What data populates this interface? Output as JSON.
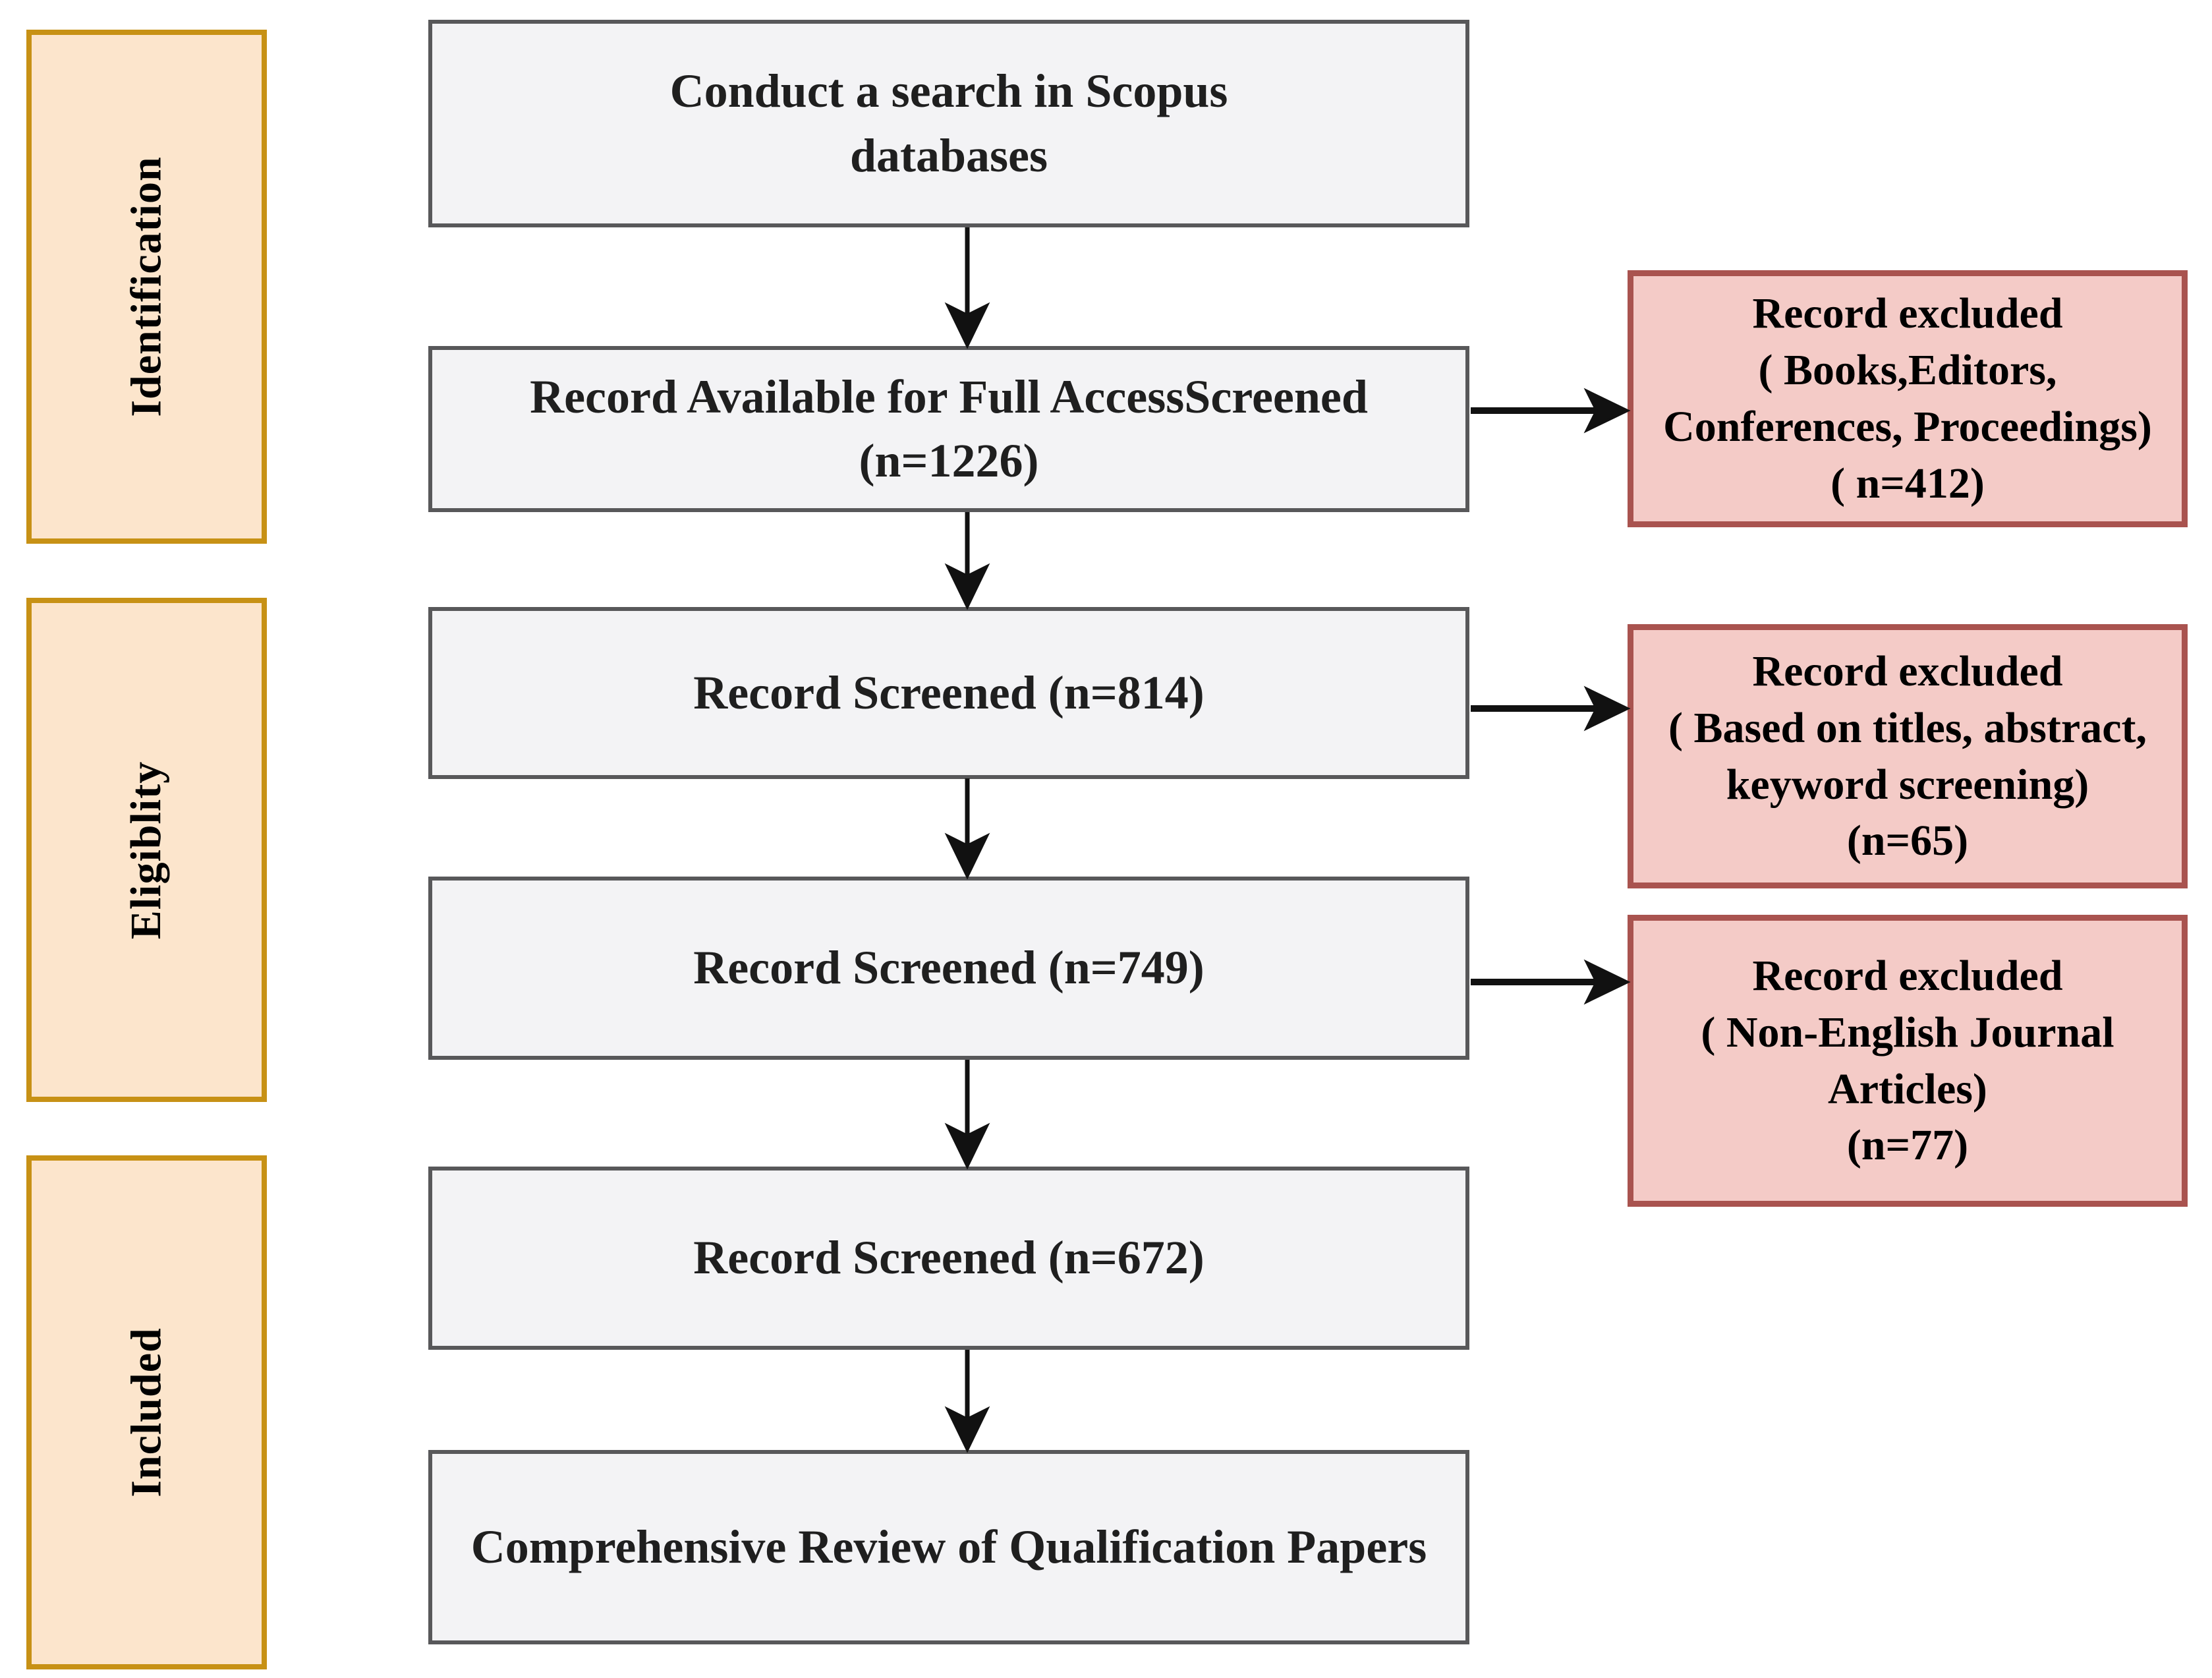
{
  "stages": [
    {
      "label": "Identification"
    },
    {
      "label": "Eligiblity"
    },
    {
      "label": "Included"
    }
  ],
  "flow": [
    {
      "text": "Conduct a search in Scopus\ndatabases"
    },
    {
      "text": "Record Available for Full AccessScreened\n(n=1226)"
    },
    {
      "text": "Record Screened (n=814)"
    },
    {
      "text": "Record Screened (n=749)"
    },
    {
      "text": "Record Screened (n=672)"
    },
    {
      "text": "Comprehensive Review of Qualification Papers"
    }
  ],
  "excluded": [
    {
      "text": "Record excluded\n( Books,Editors,\nConferences, Proceedings)\n( n=412)"
    },
    {
      "text": "Record excluded\n( Based on titles, abstract,\nkeyword screening)\n(n=65)"
    },
    {
      "text": "Record excluded\n( Non-English Journal\nArticles)\n(n=77)"
    }
  ],
  "colors": {
    "stage_fill": "#fce5cc",
    "stage_border": "#c79115",
    "flow_fill": "#f3f3f5",
    "flow_border": "#58585a",
    "excluded_fill": "#f4cbc7",
    "excluded_border": "#a9534f",
    "arrow": "#111111"
  }
}
